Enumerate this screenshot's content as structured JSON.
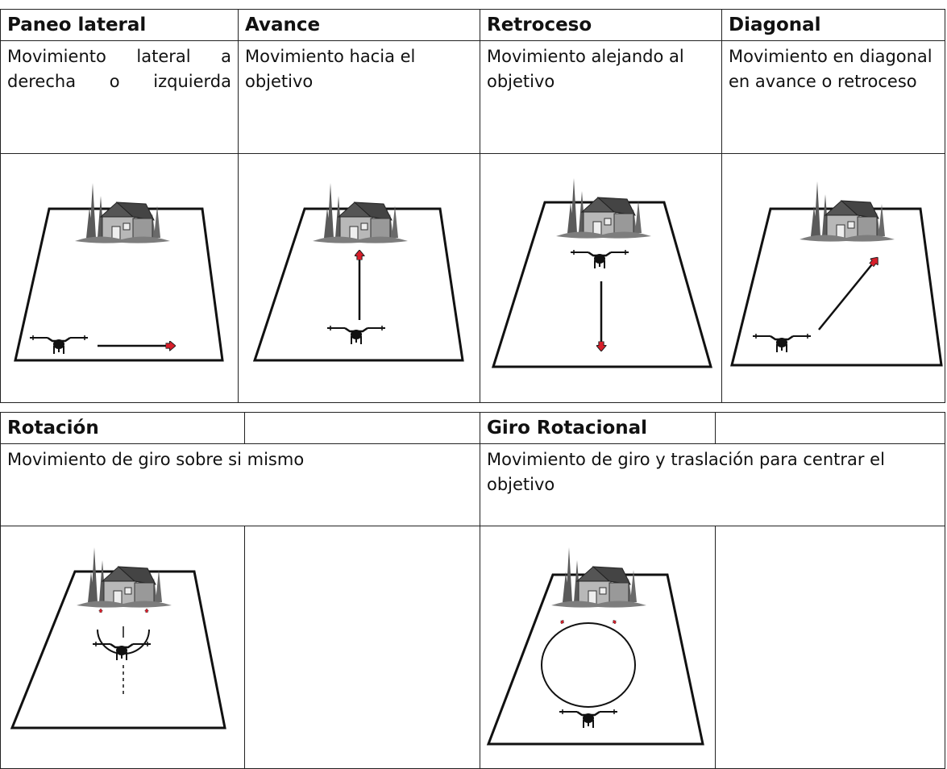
{
  "section1": {
    "headers": [
      "Paneo lateral",
      "Avance",
      "Retroceso",
      "Diagonal"
    ],
    "descriptions": [
      "Movimiento lateral a derecha o izquierda",
      "Movimiento hacia el objetivo",
      "Movimiento alejando al objetivo",
      "Movimiento en diagonal en avance o retroceso"
    ]
  },
  "section2": {
    "headers": [
      "Rotación",
      "",
      "Giro Rotacional",
      ""
    ],
    "descriptions": [
      "Movimiento de giro sobre si mismo",
      "Movimiento de giro y traslación para centrar el objetivo"
    ]
  },
  "icons": [
    "house-with-trees-icon",
    "drone-icon",
    "red-arrow-icon"
  ],
  "colors": {
    "arrow": "#d81e2a",
    "line": "#111111",
    "border": "#222222"
  }
}
